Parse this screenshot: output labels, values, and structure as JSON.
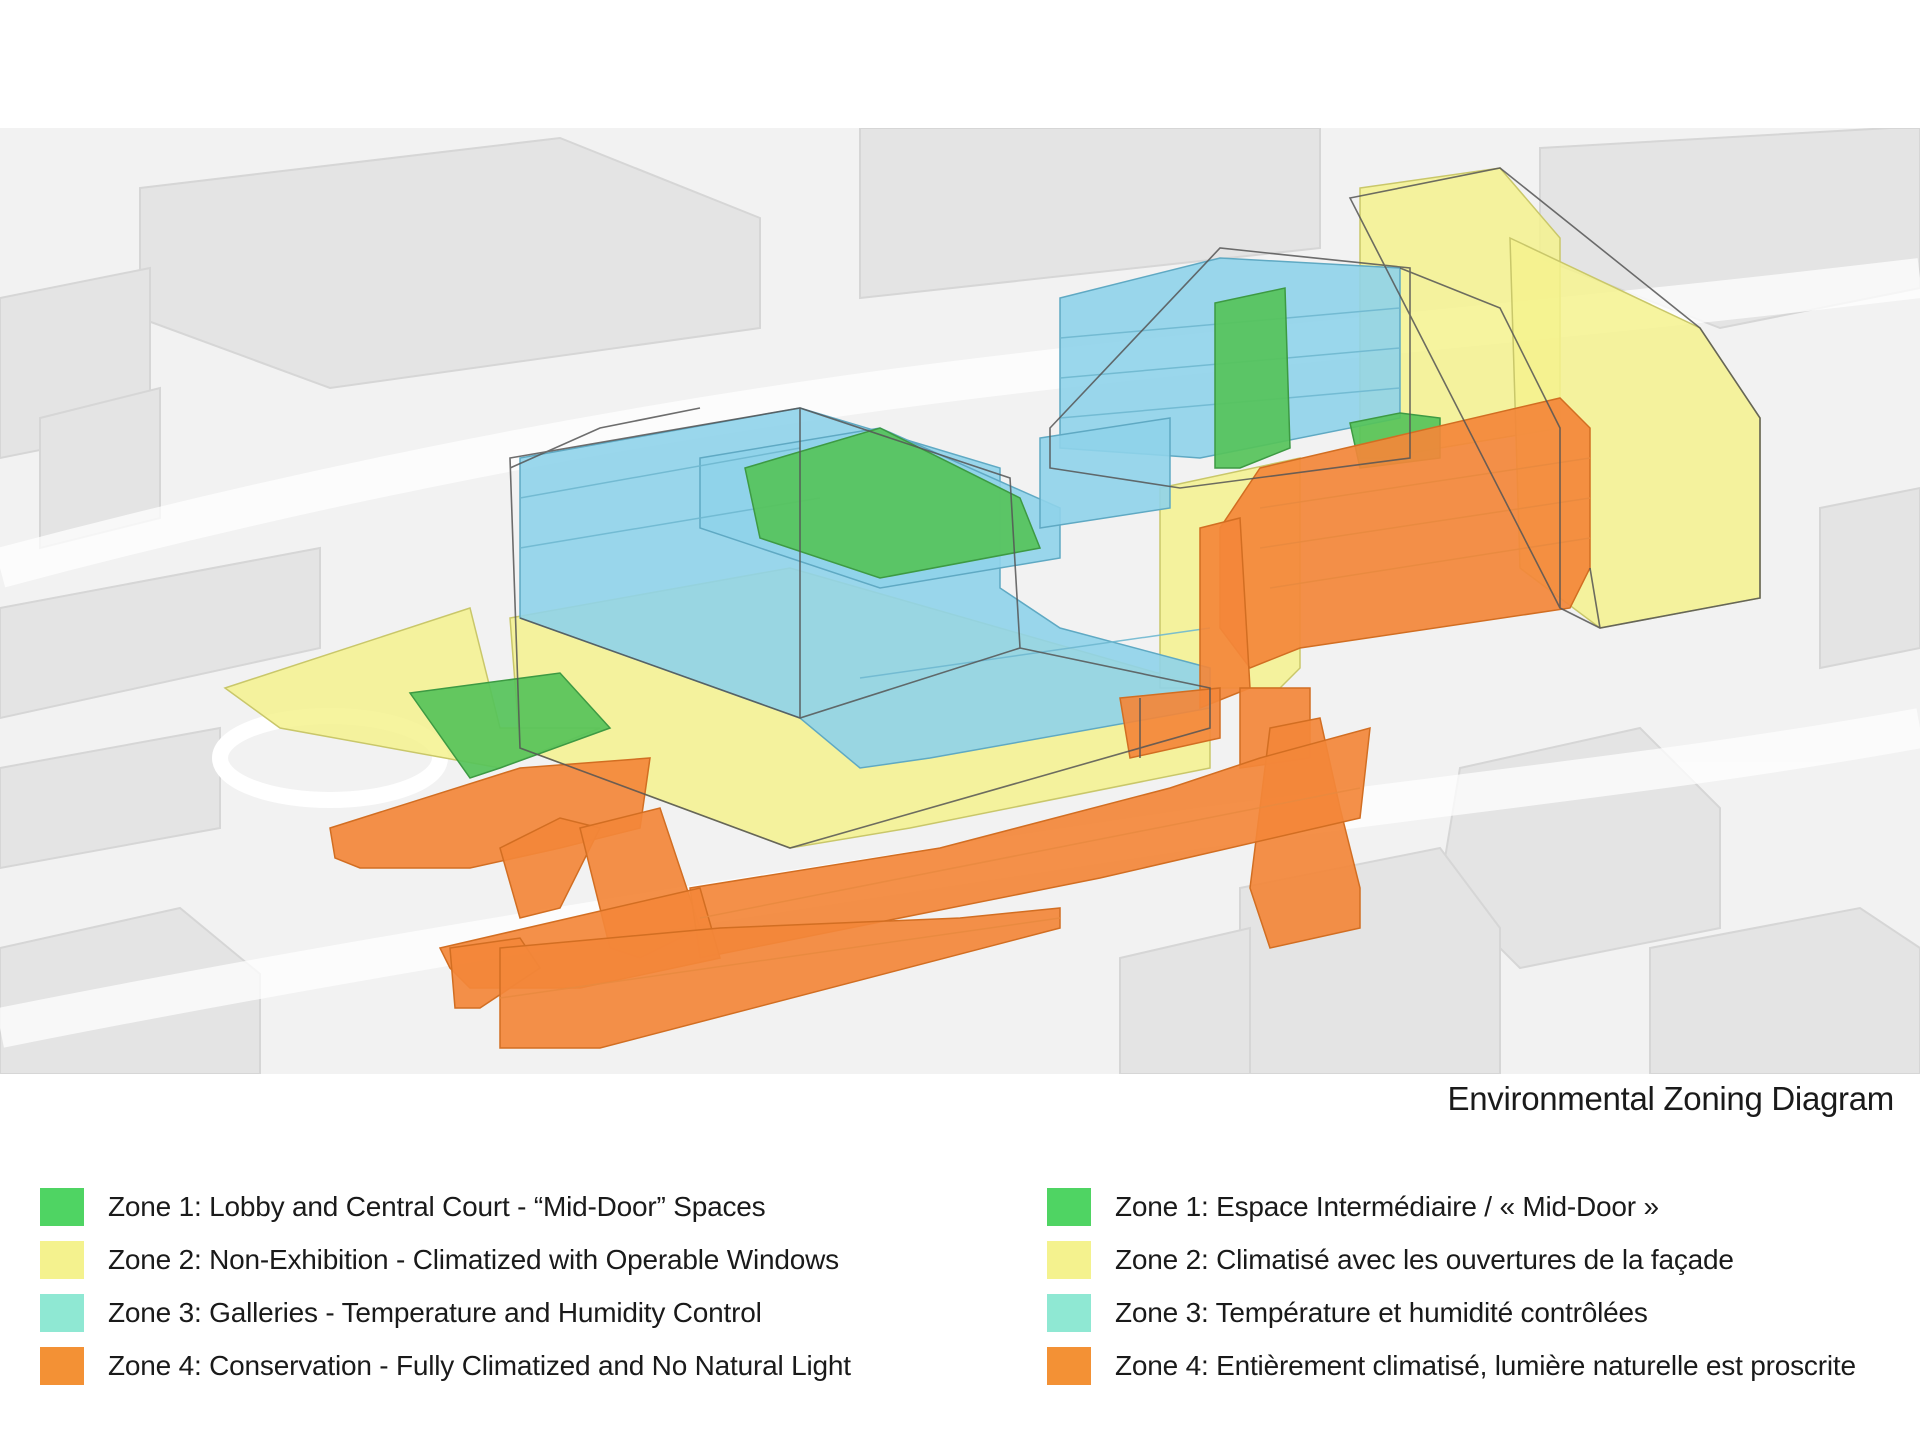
{
  "title": "Environmental Zoning Diagram",
  "colors": {
    "zone1": "#4fd463",
    "zone2": "#f4f28e",
    "zone3": "#8fe8d3",
    "zone4": "#f39135",
    "context_grey": "#e6e6e6"
  },
  "legend_en": [
    {
      "label": "Zone 1: Lobby and Central Court - “Mid-Door” Spaces",
      "color": "#4fd463"
    },
    {
      "label": "Zone 2: Non-Exhibition - Climatized with Operable Windows",
      "color": "#f4f28e"
    },
    {
      "label": "Zone 3: Galleries - Temperature and Humidity Control",
      "color": "#8fe8d3"
    },
    {
      "label": "Zone 4: Conservation - Fully Climatized and No Natural Light",
      "color": "#f39135"
    }
  ],
  "legend_fr": [
    {
      "label": "Zone 1: Espace Intermédiaire / « Mid-Door »",
      "color": "#4fd463"
    },
    {
      "label": "Zone 2: Climatisé avec les ouvertures de la façade",
      "color": "#f4f28e"
    },
    {
      "label": "Zone 3: Température et humidité contrôlées",
      "color": "#8fe8d3"
    },
    {
      "label": "Zone 4: Entièrement climatisé, lumière naturelle est proscrite",
      "color": "#f39135"
    }
  ]
}
